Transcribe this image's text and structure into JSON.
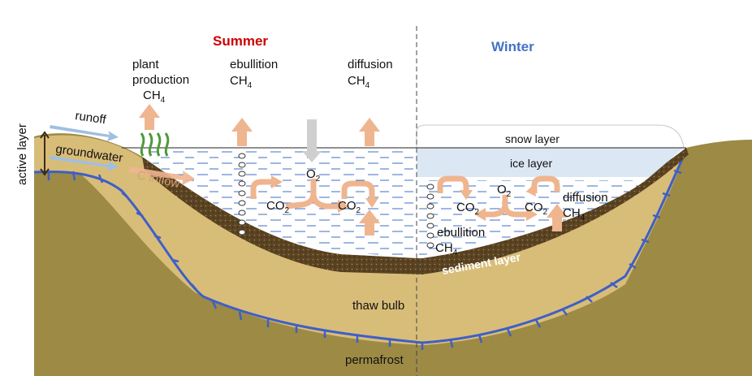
{
  "colors": {
    "ground": "#9c8a45",
    "thaw": "#d8bd79",
    "sediment": "#5a4322",
    "ice": "#dce7f4",
    "permafrost_line": "#3f5fc6",
    "arrow": "#efb58f",
    "water_dash": "#3d6fc4",
    "summer": "#cc0000",
    "winter": "#4472c4"
  },
  "labels": {
    "summer": "Summer",
    "winter": "Winter",
    "plant_production_1": "plant",
    "plant_production_2": "production",
    "ebullition": "ebullition",
    "diffusion": "diffusion",
    "runoff": "runoff",
    "groundwater": "groundwater",
    "c_inflow": "C inflow",
    "active_layer": "active  layer",
    "snow_layer": "snow layer",
    "ice_layer": "ice layer",
    "sediment_layer": "sediment layer",
    "thaw_bulb": "thaw bulb",
    "permafrost": "permafrost"
  },
  "chem": {
    "ch4": "CH",
    "ch4_sub": "4",
    "co2": "CO",
    "co2_sub": "2",
    "o2": "O",
    "o2_sub": "2"
  }
}
